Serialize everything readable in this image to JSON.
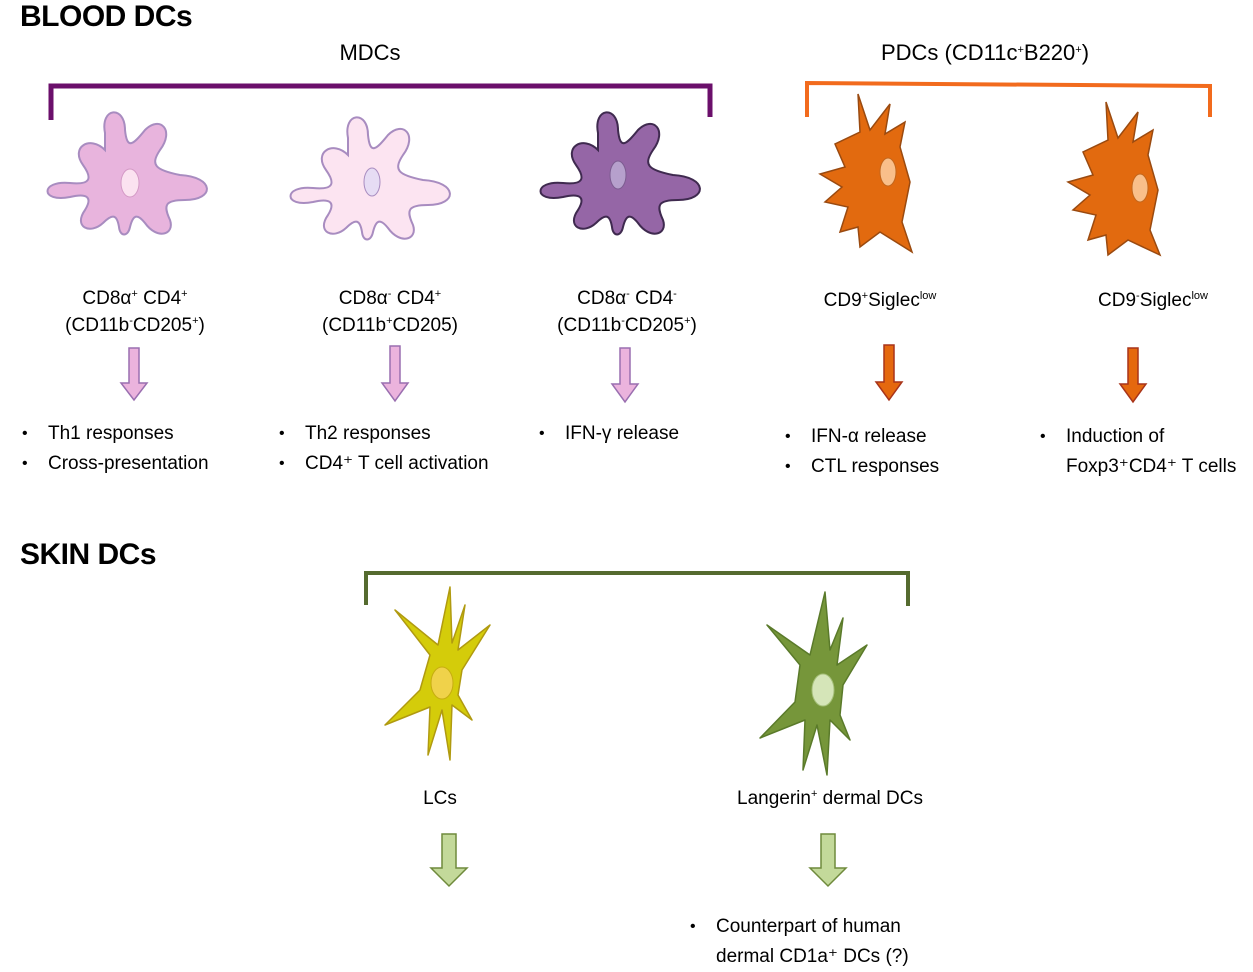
{
  "blood": {
    "title": "BLOOD DCs",
    "mdcs": {
      "label": "MDCs",
      "bracket_color": "#6b0f6b",
      "cells": [
        {
          "line1_a": "CD8α",
          "line1_sup1": "+",
          "line1_b": " CD4",
          "line1_sup2": "+",
          "line2_a": "(CD11b",
          "line2_sup1": "-",
          "line2_b": "CD205",
          "line2_sup2": "+",
          "line2_c": ")",
          "fill": "#e8b4dd",
          "stroke": "#a88cc0",
          "nucleus": "#fbe2f0",
          "bullets": [
            "Th1 responses",
            "Cross-presentation"
          ]
        },
        {
          "line1_a": "CD8α",
          "line1_sup1": "-",
          "line1_b": " CD4",
          "line1_sup2": "+",
          "line2_a": "(CD11b",
          "line2_sup1": "+",
          "line2_b": "CD205",
          "line2_sup2": "",
          "line2_c": ")",
          "fill": "#fce4f1",
          "stroke": "#a88cc0",
          "nucleus": "#e6dcf4",
          "bullets": [
            "Th2 responses",
            "CD4⁺ T cell activation"
          ]
        },
        {
          "line1_a": "CD8α",
          "line1_sup1": "-",
          "line1_b": " CD4",
          "line1_sup2": "-",
          "line2_a": "(CD11b",
          "line2_sup1": "-",
          "line2_b": "CD205",
          "line2_sup2": "+",
          "line2_c": ")",
          "fill": "#9566a6",
          "stroke": "#3f2a4f",
          "nucleus": "#b6a0cc",
          "bullets": [
            "IFN-γ release"
          ]
        }
      ]
    },
    "pdcs": {
      "label_a": "PDCs (CD11c",
      "label_sup1": "+",
      "label_b": "B220",
      "label_sup2": "+",
      "label_c": ")",
      "bracket_color": "#f26b1d",
      "cells": [
        {
          "label_a": "CD9",
          "label_sup1": "+",
          "label_b": "Siglec",
          "label_sup2": "low",
          "fill": "#e26a0f",
          "stroke": "#9a4a10",
          "nucleus": "#f9bf8a",
          "bullets": [
            "IFN-α release",
            "CTL responses"
          ]
        },
        {
          "label_a": "CD9",
          "label_sup1": "-",
          "label_b": "Siglec",
          "label_sup2": "low",
          "fill": "#e26a0f",
          "stroke": "#9a4a10",
          "nucleus": "#f9bf8a",
          "bullets": [
            "Induction of",
            "Foxp3⁺CD4⁺ T cells"
          ]
        }
      ]
    },
    "arrow_colors": {
      "mdc_fill": "#ebb3dd",
      "mdc_stroke": "#9a6fb0",
      "pdc_fill": "#e5680e",
      "pdc_stroke": "#a8341a"
    }
  },
  "skin": {
    "title": "SKIN DCs",
    "bracket_color": "#556b2f",
    "cells": [
      {
        "label_a": "LCs",
        "label_sup": "",
        "label_b": "",
        "fill": "#d4cc0a",
        "stroke": "#b09a10",
        "nucleus": "#f0d24a",
        "bullets": []
      },
      {
        "label_a": "Langerin",
        "label_sup": "+",
        "label_b": " dermal DCs",
        "fill": "#76963a",
        "stroke": "#5a7a2a",
        "nucleus": "#d5e5b8",
        "bullets": [
          "Counterpart of human",
          "dermal CD1a⁺ DCs (?)"
        ]
      }
    ],
    "arrow_colors": {
      "fill": "#c3d99a",
      "stroke": "#6f8a3c"
    }
  }
}
